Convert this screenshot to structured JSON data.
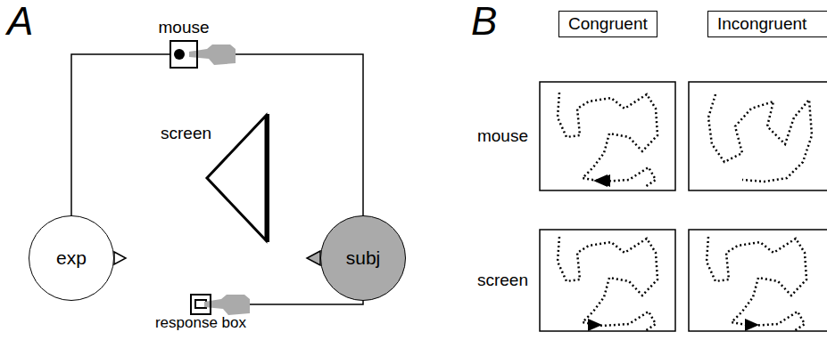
{
  "diagram": {
    "nodes": [
      {
        "text": [
          "mouse"
        ]
      },
      {
        "text": [
          "exp"
        ]
      },
      {
        "text": [
          "screen"
        ]
      },
      {
        "text": [
          "subj"
        ]
      },
      {
        "text": [
          "response box"
        ]
      },
      {
        "text": [
          "Congruent"
        ]
      },
      {
        "text": [
          "Incongruent"
        ]
      }
    ],
    "edges": [
      {
        "from": 1,
        "to": 0,
        "arrow": "none"
      },
      {
        "from": 0,
        "to": 3,
        "arrow": "none"
      },
      {
        "from": 3,
        "to": 4,
        "arrow": "none"
      }
    ],
    "labels": [
      "A",
      "B",
      "mouse",
      "screen"
    ]
  }
}
